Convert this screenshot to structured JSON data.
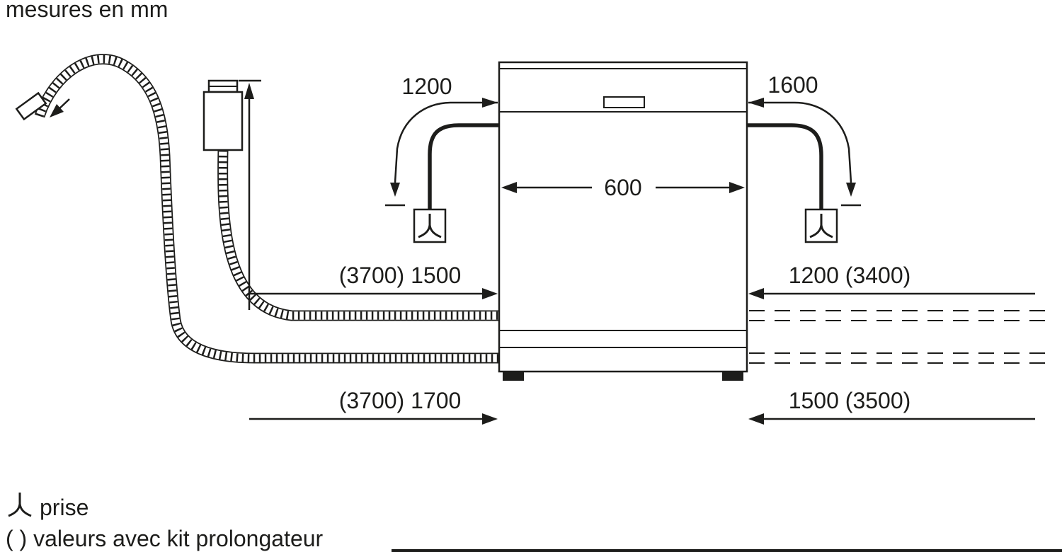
{
  "title": "mesures en mm",
  "colors": {
    "line": "#1d1d1b",
    "background": "#ffffff"
  },
  "dimensions": {
    "left_hose_to_plug": "1200",
    "right_hose_to_plug": "1600",
    "appliance_width": "600",
    "supply_upper": "(3700) 1500",
    "right_upper": "1200 (3400)",
    "supply_lower": "(3700) 1700",
    "right_lower": "1500 (3500)"
  },
  "legend": {
    "socket_label": "prise",
    "extension_note": "( ) valeurs avec kit prolongateur"
  },
  "icons": {
    "socket": "power-socket-symbol",
    "tap_connector": "tap-connector-fitting",
    "aquastop": "aquastop-valve-box"
  }
}
